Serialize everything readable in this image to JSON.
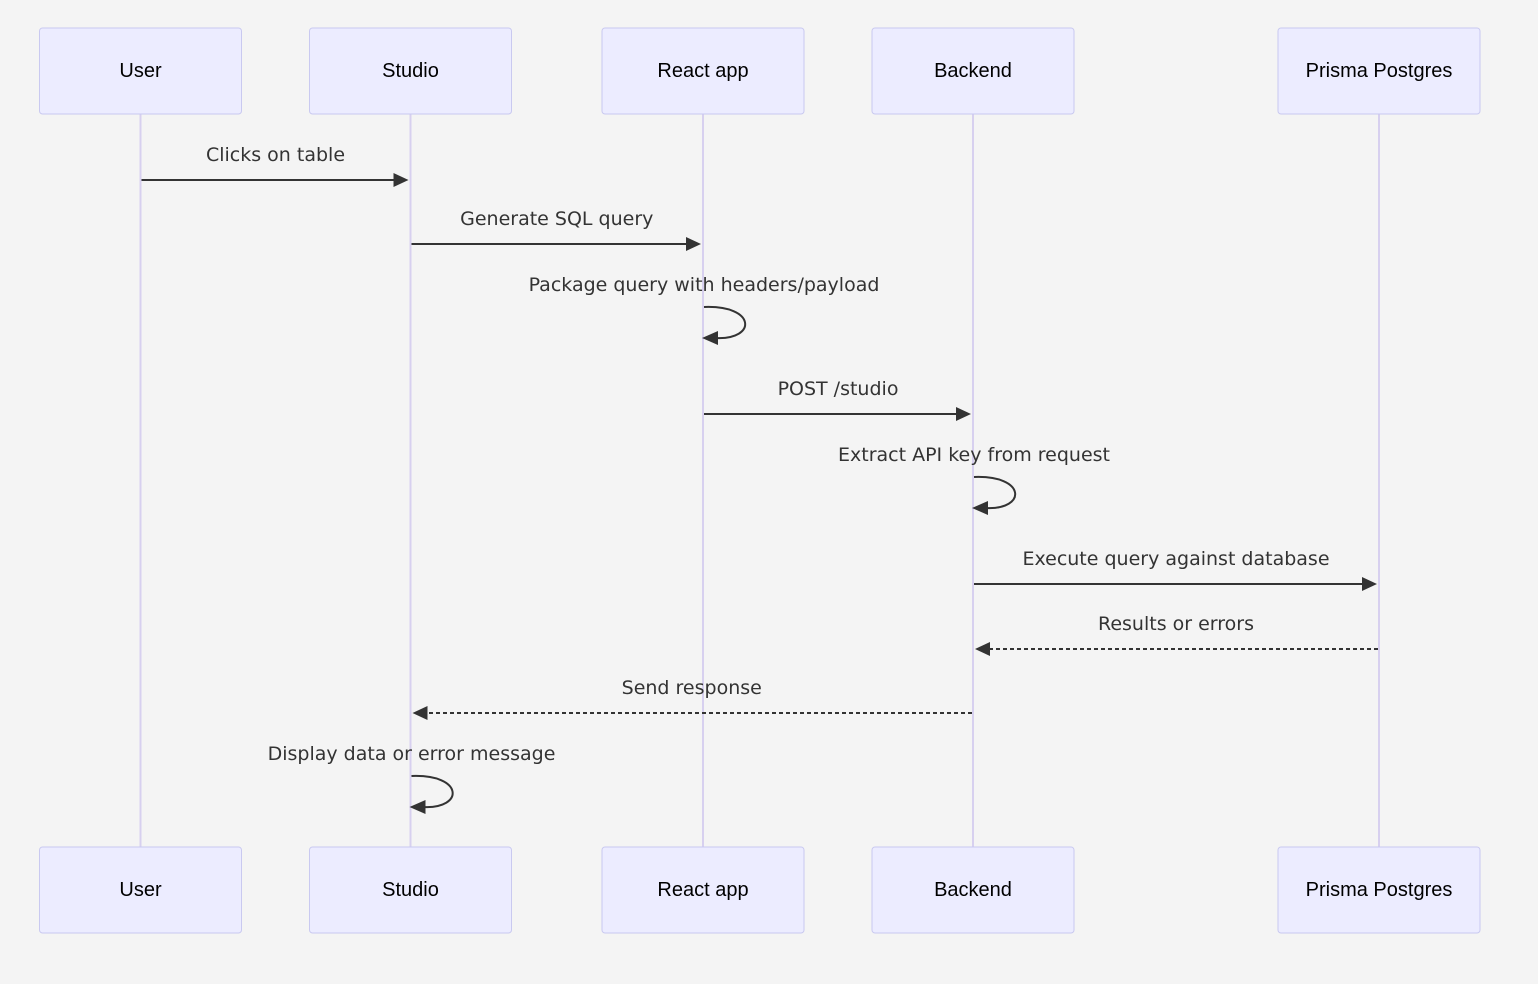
{
  "diagram": {
    "type": "sequence",
    "participants": [
      {
        "id": "user",
        "label": "User"
      },
      {
        "id": "studio",
        "label": "Studio"
      },
      {
        "id": "react",
        "label": "React app"
      },
      {
        "id": "backend",
        "label": "Backend"
      },
      {
        "id": "postgres",
        "label": "Prisma Postgres"
      }
    ],
    "messages": [
      {
        "from": "user",
        "to": "studio",
        "label": "Clicks on table",
        "style": "solid"
      },
      {
        "from": "studio",
        "to": "react",
        "label": "Generate SQL query",
        "style": "solid"
      },
      {
        "from": "react",
        "to": "react",
        "label": "Package query with headers/payload",
        "style": "solid"
      },
      {
        "from": "react",
        "to": "backend",
        "label": "POST /studio",
        "style": "solid"
      },
      {
        "from": "backend",
        "to": "backend",
        "label": "Extract API key from request",
        "style": "solid"
      },
      {
        "from": "backend",
        "to": "postgres",
        "label": "Execute query against database",
        "style": "solid"
      },
      {
        "from": "postgres",
        "to": "backend",
        "label": "Results or errors",
        "style": "dotted"
      },
      {
        "from": "backend",
        "to": "studio",
        "label": "Send response",
        "style": "dotted"
      },
      {
        "from": "studio",
        "to": "studio",
        "label": "Display data or error message",
        "style": "solid"
      }
    ],
    "colors": {
      "background": "#f4f4f4",
      "actor_fill": "#ececff",
      "actor_border": "#c9c9f0",
      "lifeline": "#d7d0ef",
      "message_line": "#333333",
      "message_text": "#333333"
    }
  }
}
